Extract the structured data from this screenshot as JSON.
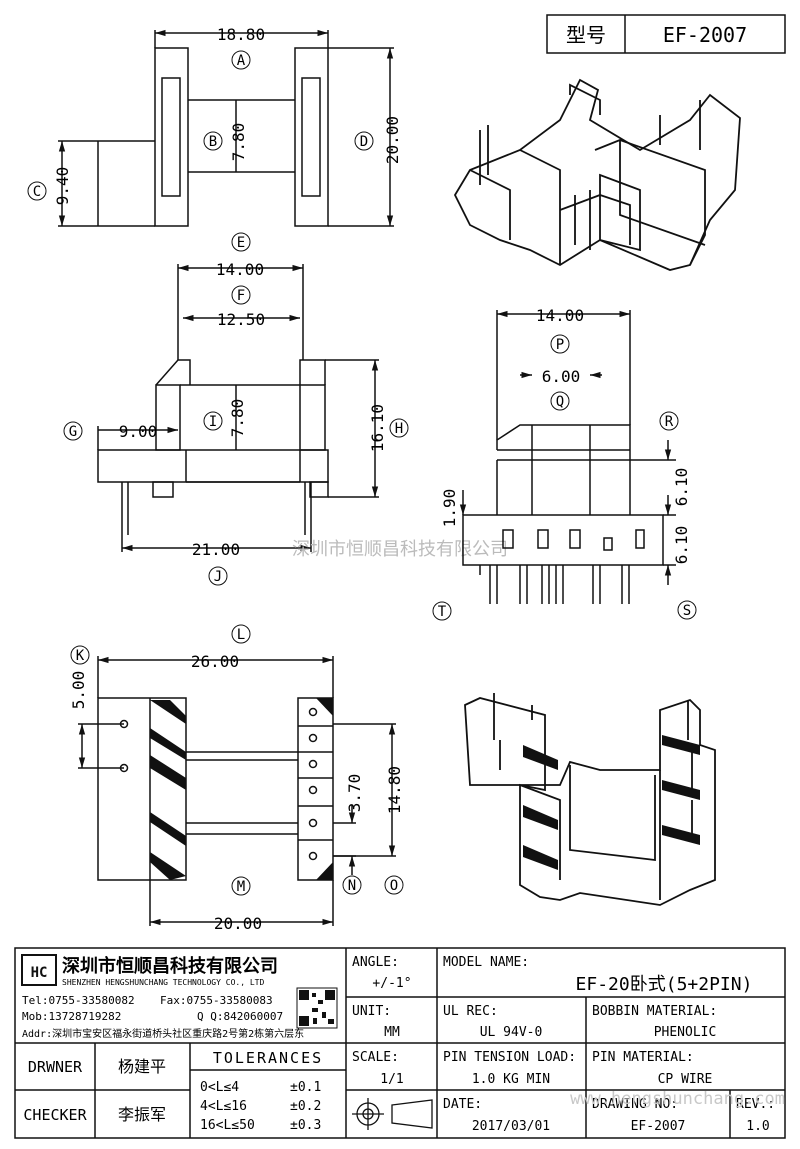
{
  "header": {
    "model_label": "型号",
    "model_value": "EF-2007"
  },
  "dims": {
    "top_width": "18.80",
    "inner_gap": "7.80",
    "left_height": "9.40",
    "height": "20.00",
    "front_width": "14.00",
    "inner_width": "12.50",
    "front_inner_height": "7.80",
    "pin_offset": "9.00",
    "front_height": "16.10",
    "pin_span": "21.00",
    "side_width": "14.00",
    "side_inner": "6.00",
    "side_gap_a": "1.90",
    "side_gap_b": "6.10",
    "side_gap_c": "6.10",
    "bottom_width": "26.00",
    "bottom_pin_pitch": "5.00",
    "bottom_pin_row": "3.70",
    "bottom_height": "14.80",
    "bottom_inner_width": "20.00"
  },
  "callouts": {
    "A": "A",
    "B": "B",
    "C": "C",
    "D": "D",
    "E": "E",
    "F": "F",
    "G": "G",
    "H": "H",
    "I": "I",
    "J": "J",
    "K": "K",
    "L": "L",
    "M": "M",
    "N": "N",
    "O": "O",
    "P": "P",
    "Q": "Q",
    "R": "R",
    "S": "S",
    "T": "T"
  },
  "watermark_center": "深圳市恒顺昌科技有限公司",
  "watermark_corner": "www.hengshunchang.com",
  "company": {
    "name_cn": "深圳市恒顺昌科技有限公司",
    "name_en": "SHENZHEN HENGSHUNCHANG TECHNOLOGY CO., LTD",
    "tel": "Tel:0755-33580082",
    "fax": "Fax:0755-33580083",
    "mob": "Mob:13728719282",
    "qq": "Q  Q:842060007",
    "addr": "Addr:深圳市宝安区福永街道桥头社区重庆路2号第2栋第六层东"
  },
  "title_block": {
    "angle_label": "ANGLE:",
    "angle_value": "+/-1°",
    "unit_label": "UNIT:",
    "unit_value": "MM",
    "scale_label": "SCALE:",
    "scale_value": "1/1",
    "model_name_label": "MODEL NAME:",
    "model_name_value": "EF-20卧式(5+2PIN)",
    "ul_label": "UL REC:",
    "ul_value": "UL 94V-0",
    "bobbin_label": "BOBBIN MATERIAL:",
    "bobbin_value": "PHENOLIC",
    "tension_label": "PIN TENSION LOAD:",
    "tension_value": "1.0 KG MIN",
    "pin_mat_label": "PIN MATERIAL:",
    "pin_mat_value": "CP WIRE",
    "date_label": "DATE:",
    "date_value": "2017/03/01",
    "drawing_no_label": "DRAWING NO:",
    "drawing_no_value": "EF-2007",
    "rev_label": "REV.:",
    "rev_value": "1.0",
    "drawer_label": "DRWNER",
    "drawer_value": "杨建平",
    "checker_label": "CHECKER",
    "checker_value": "李振军",
    "tolerances_label": "TOLERANCES",
    "tol_rows": [
      {
        "range": "0<L≤4",
        "value": "±0.1"
      },
      {
        "range": "4<L≤16",
        "value": "±0.2"
      },
      {
        "range": "16<L≤50",
        "value": "±0.3"
      }
    ]
  }
}
